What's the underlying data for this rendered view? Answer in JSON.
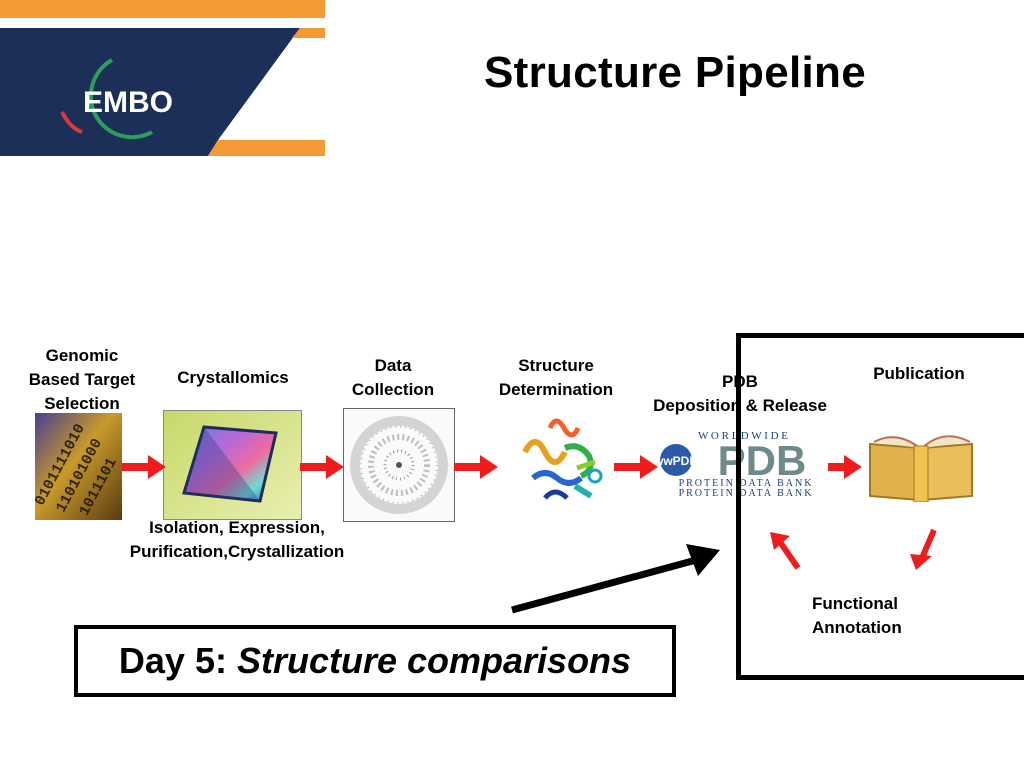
{
  "header": {
    "logo_text": "EMBO",
    "title": "Structure Pipeline"
  },
  "pipeline": {
    "steps": [
      {
        "label_lines": [
          "Genomic",
          "Based Target",
          "Selection"
        ]
      },
      {
        "label_lines": [
          "Crystallomics"
        ]
      },
      {
        "label_lines": [
          "Data",
          "Collection"
        ]
      },
      {
        "label_lines": [
          "Structure",
          "Determination"
        ]
      },
      {
        "label_lines": [
          "PDB",
          "Deposition & Release"
        ]
      },
      {
        "label_lines": [
          "Publication"
        ]
      }
    ],
    "crystallomics_note_lines": [
      "Isolation, Expression,",
      "Purification,Crystallization"
    ],
    "functional_annotation_lines": [
      "Functional",
      "Annotation"
    ],
    "pdb_logo": {
      "top": "W O R L D W I D E",
      "badge": "wwPDB",
      "main": "PDB",
      "bottom1": "PROTEIN DATA BANK",
      "bottom2": "PROTEIN DATA BANK"
    },
    "genome_image_text": [
      "0101111010",
      "110101000",
      "1011101"
    ]
  },
  "callout": {
    "prefix": "Day 5: ",
    "emphasis": "Structure comparisons"
  },
  "colors": {
    "orange": "#f39a34",
    "navy": "#1b2f59",
    "arrow_red": "#ee1c1c",
    "logo_green": "#2f9e5a",
    "book_gold": "#e0b24a"
  }
}
